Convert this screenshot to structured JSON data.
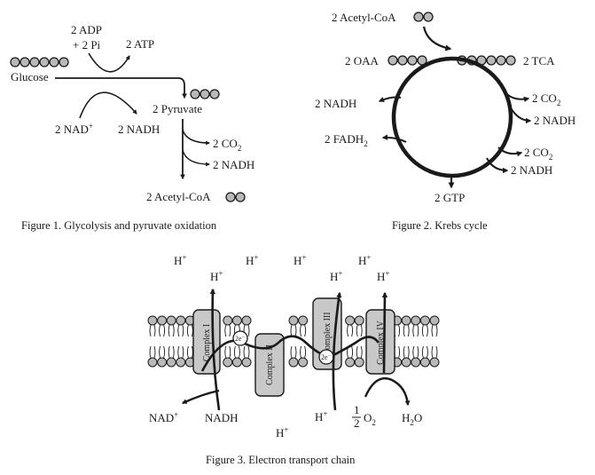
{
  "colors": {
    "ink": "#1a1a1a",
    "bead": "#b9b9b9",
    "complex": "#c8c8c8",
    "background": "#ffffff"
  },
  "fig1": {
    "caption": "Figure 1. Glycolysis and pyruvate oxidation",
    "adp": "2 ADP",
    "pi": "+ 2 Pi",
    "atp": "2 ATP",
    "glucose": "Glucose",
    "nad": "2 NAD",
    "nad_sup": "+",
    "nadh": "2 NADH",
    "pyruvate": "2 Pyruvate",
    "co2": "2 CO",
    "co2_sub": "2",
    "nadh2": "2 NADH",
    "acetyl": "2 Acetyl-CoA"
  },
  "fig2": {
    "caption": "Figure 2. Krebs cycle",
    "acetyl": "2 Acetyl-CoA",
    "oaa": "2 OAA",
    "tca": "2 TCA",
    "co2_a": "2 CO",
    "co2_a_sub": "2",
    "nadh_a": "2 NADH",
    "co2_b": "2 CO",
    "co2_b_sub": "2",
    "nadh_b": "2 NADH",
    "nadh_left": "2 NADH",
    "fadh": "2 FADH",
    "fadh_sub": "2",
    "gtp": "2 GTP"
  },
  "fig3": {
    "caption": "Figure 3. Electron transport chain",
    "h": "H",
    "h_sup": "+",
    "complex1": "Complex I",
    "complex2": "Complex II",
    "complex3": "Complex III",
    "complex4": "Complex IV",
    "e2": "2e",
    "e_sup": "−",
    "nad": "NAD",
    "nadh": "NADH",
    "half_num": "1",
    "half_den": "2",
    "o2": "O",
    "o2_sub": "2",
    "h2o_a": "H",
    "h2o_sub": "2",
    "h2o_b": "O"
  }
}
